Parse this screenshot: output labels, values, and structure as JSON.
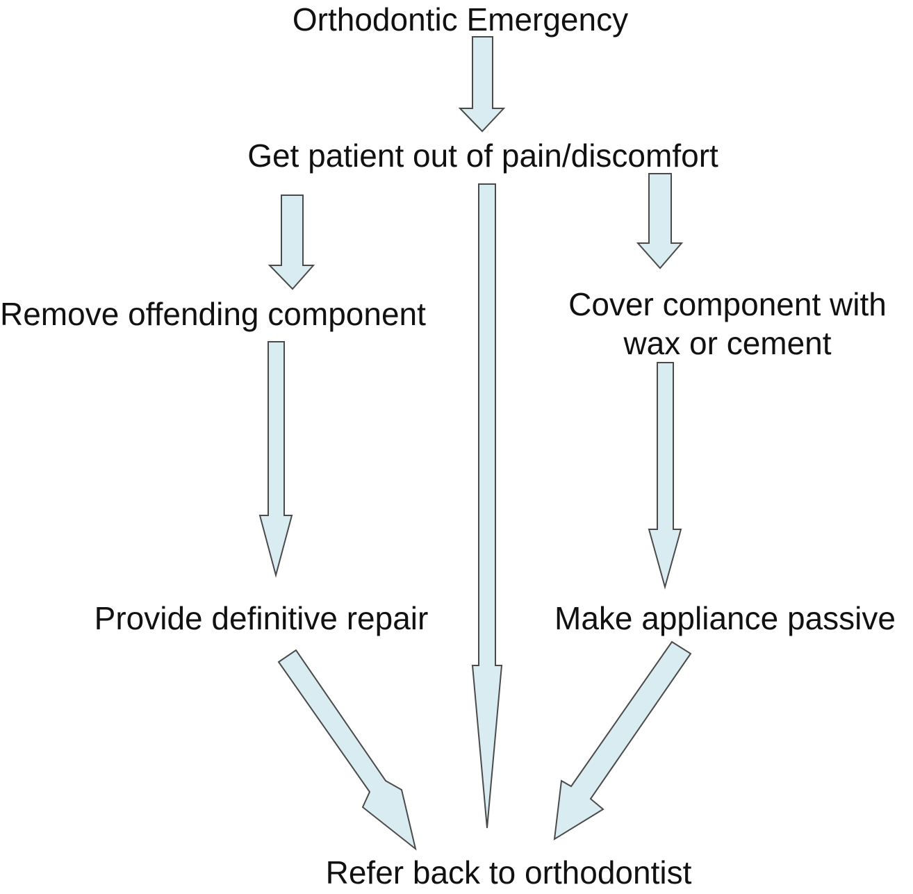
{
  "nodes": {
    "emergency": "Orthodontic Emergency",
    "pain": "Get patient out of pain/discomfort",
    "remove": "Remove offending component",
    "cover_line1": "Cover component with",
    "cover_line2": "wax or cement",
    "repair": "Provide definitive repair",
    "passive": "Make appliance passive",
    "refer": "Refer back to orthodontist"
  },
  "edges": [
    {
      "from": "emergency",
      "to": "pain"
    },
    {
      "from": "pain",
      "to": "remove"
    },
    {
      "from": "pain",
      "to": "refer"
    },
    {
      "from": "pain",
      "to": "cover"
    },
    {
      "from": "remove",
      "to": "repair"
    },
    {
      "from": "cover",
      "to": "passive"
    },
    {
      "from": "repair",
      "to": "refer"
    },
    {
      "from": "passive",
      "to": "refer"
    }
  ],
  "colors": {
    "arrow_fill": "#d9ecf1",
    "arrow_stroke": "#4a4a4a",
    "text": "#111111"
  }
}
